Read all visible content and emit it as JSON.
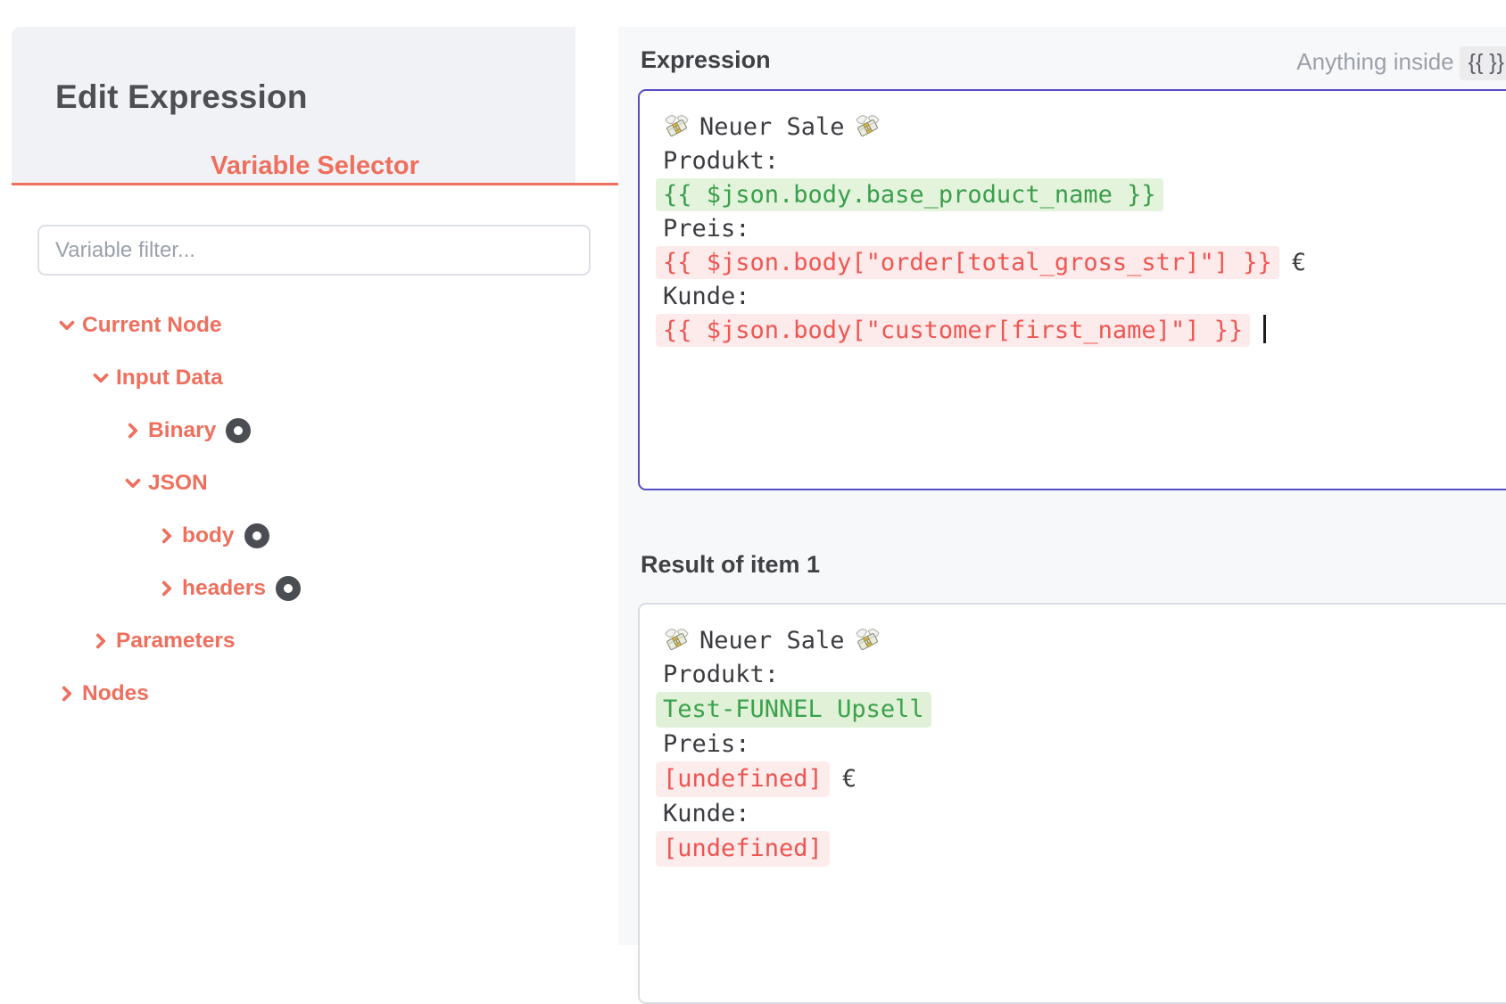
{
  "left_panel": {
    "title": "Edit Expression",
    "tab": "Variable Selector",
    "filter_placeholder": "Variable filter...",
    "tree": [
      {
        "label": "Current Node",
        "state": "expanded",
        "has_circle_icon": false,
        "level": 0
      },
      {
        "label": "Input Data",
        "state": "expanded",
        "has_circle_icon": false,
        "level": 1
      },
      {
        "label": "Binary",
        "state": "collapsed",
        "has_circle_icon": true,
        "level": 2
      },
      {
        "label": "JSON",
        "state": "expanded",
        "has_circle_icon": false,
        "level": 2
      },
      {
        "label": "body",
        "state": "collapsed",
        "has_circle_icon": true,
        "level": 3
      },
      {
        "label": "headers",
        "state": "collapsed",
        "has_circle_icon": true,
        "level": 3
      },
      {
        "label": "Parameters",
        "state": "collapsed",
        "has_circle_icon": false,
        "level": 1
      },
      {
        "label": "Nodes",
        "state": "collapsed",
        "has_circle_icon": false,
        "level": 0
      }
    ]
  },
  "expression_panel": {
    "header": "Expression",
    "hint_text": "Anything inside",
    "hint_code": "{{ }}",
    "editor": {
      "title_text": "Neuer Sale",
      "produkt_label": "Produkt:",
      "produkt_expr": "{{ $json.body.base_product_name }}",
      "preis_label": "Preis:",
      "preis_expr": "{{ $json.body[\"order[total_gross_str]\"] }}",
      "preis_suffix": "€",
      "kunde_label": "Kunde:",
      "kunde_expr": "{{ $json.body[\"customer[first_name]\"] }}"
    },
    "result_header": "Result of item 1",
    "result": {
      "title_text": "Neuer Sale",
      "produkt_label": "Produkt:",
      "produkt_value": "Test-FUNNEL Upsell",
      "preis_label": "Preis:",
      "preis_value": "[undefined]",
      "preis_suffix": "€",
      "kunde_label": "Kunde:",
      "kunde_value": "[undefined]"
    }
  },
  "colors": {
    "accent": "#ee6f5d",
    "editor_focus_border": "#564dc4",
    "valid_expression_text": "#3a9e4d",
    "valid_expression_bg": "#e4f3db",
    "invalid_expression_text": "#ee5753",
    "invalid_expression_bg": "#fdeaea",
    "header_bg": "#f1f2f5",
    "panel_bg": "#f7f8fa",
    "circle_icon": "#4a4d52"
  }
}
